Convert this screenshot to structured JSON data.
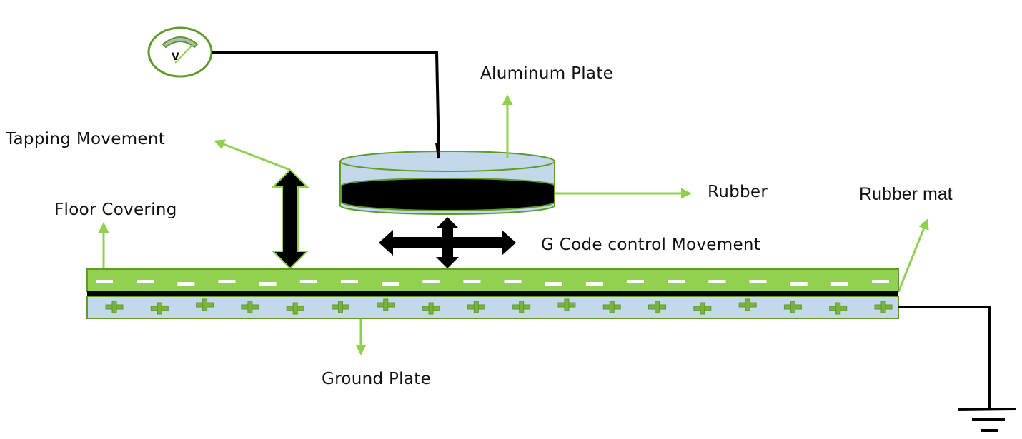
{
  "labels": {
    "aluminum_plate": "Aluminum Plate",
    "tapping_movement": "Tapping Movement",
    "rubber": "Rubber",
    "rubber_mat": "Rubber mat",
    "floor_covering": "Floor Covering",
    "g_code": "G Code control Movement",
    "ground_plate": "Ground Plate",
    "voltmeter_symbol": "V"
  },
  "colors": {
    "green_fill": "#92d050",
    "green_stroke": "#5e9b2a",
    "arrow_green": "#8fd14f",
    "blue_fill": "#c3d8ea",
    "black": "#000000"
  },
  "charges": {
    "floor_covering_sign": "negative",
    "floor_covering_count": 20,
    "ground_plate_sign": "positive",
    "ground_plate_count": 18
  }
}
